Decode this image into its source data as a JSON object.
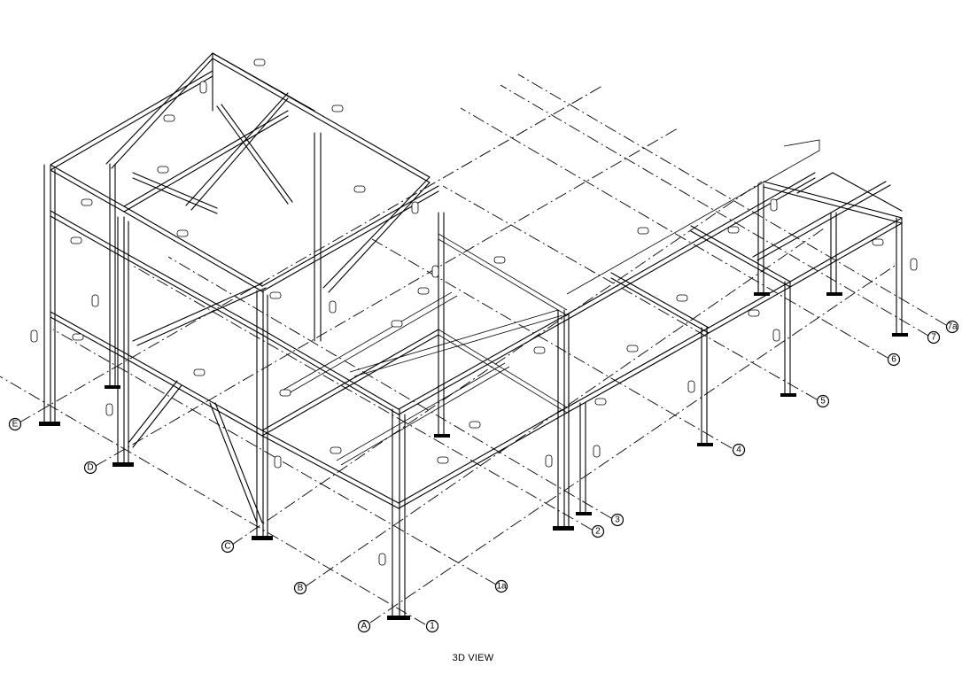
{
  "view_title": "3D VIEW",
  "grid_labels": {
    "A": "A",
    "B": "B",
    "C": "C",
    "D": "D",
    "E": "E",
    "g1": "1",
    "g1a": "1a",
    "g2": "2",
    "g3": "3",
    "g4": "4",
    "g5": "5",
    "g6": "6",
    "g7": "7",
    "g7a": "7a"
  }
}
